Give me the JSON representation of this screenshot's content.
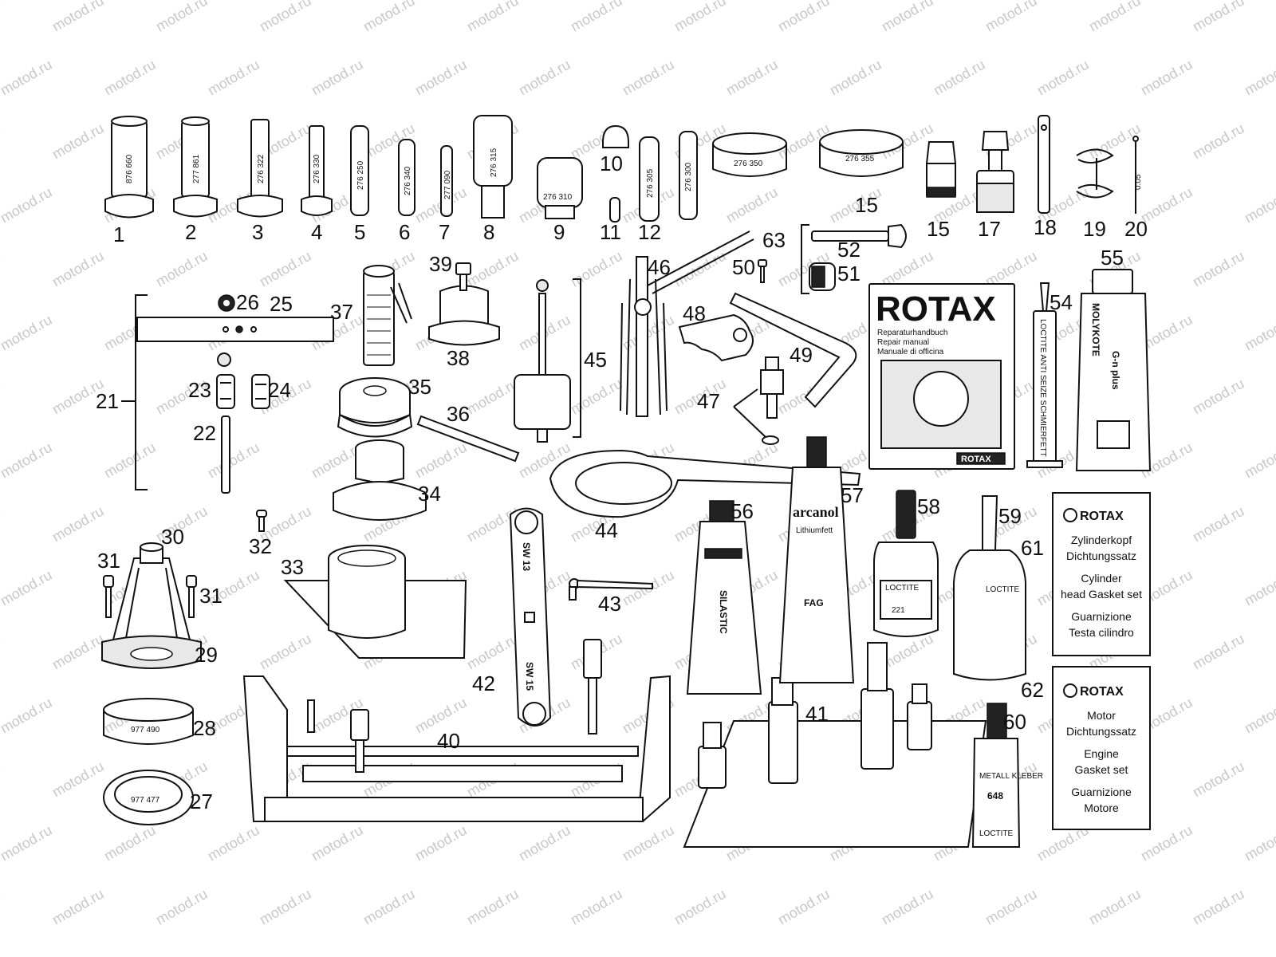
{
  "watermark": "motod.ru",
  "callouts": {
    "n1": "1",
    "n2": "2",
    "n3": "3",
    "n4": "4",
    "n5": "5",
    "n6": "6",
    "n7": "7",
    "n8": "8",
    "n9": "9",
    "n10": "10",
    "n11": "11",
    "n12": "12",
    "n13": "15",
    "n14": "15",
    "n15": "17",
    "n16": "18",
    "n17": "19",
    "n18": "20",
    "n19": "21",
    "n20": "22",
    "n21": "23",
    "n22": "24",
    "n23": "25",
    "n24": "26",
    "n25": "27",
    "n26": "28",
    "n27": "29",
    "n28": "30",
    "n29": "31",
    "n30": "31",
    "n31": "32",
    "n32": "33",
    "n33": "34",
    "n34": "35",
    "n35": "36",
    "n36": "37",
    "n37": "38",
    "n38": "39",
    "n39": "40",
    "n40": "41",
    "n41": "42",
    "n42": "43",
    "n43": "44",
    "n44": "45",
    "n45": "46",
    "n46": "47",
    "n47": "48",
    "n48": "49",
    "n49": "50",
    "n50": "51",
    "n51": "52",
    "n52": "54",
    "n53": "55",
    "n54": "56",
    "n55": "57",
    "n56": "58",
    "n57": "59",
    "n58": "60",
    "n59": "61",
    "n60": "62",
    "n61": "63"
  },
  "part_codes": {
    "p1": "876 660",
    "p2": "277 861",
    "p3": "276 322",
    "p4": "276 330",
    "p5": "276 250",
    "p6": "276 340",
    "p7": "277 090",
    "p8": "276 315",
    "p9": "276 310",
    "p12": "276 305",
    "p10": "276 300",
    "p15a": "276 350",
    "p15b": "276 355",
    "p28": "977 490",
    "p27": "977 477",
    "p20": "0.05",
    "sw13": "SW 13",
    "sw15": "SW 15"
  },
  "manual": {
    "brand": "ROTAX",
    "line1": "Reparaturhandbuch",
    "line2": "Repair manual",
    "line3": "Manuale di officina",
    "footer": "ROTAX"
  },
  "products": {
    "p54": "LOCTITE ANTI SEIZE SCHMIERFETT",
    "p55": "MOLYKOTE",
    "p55b": "G-n plus",
    "p56": "SILASTIC",
    "p57a": "arcanol",
    "p57b": "Lithiumfett",
    "p57c": "FAG",
    "p58a": "LOCTITE",
    "p58b": "221",
    "p59": "LOCTITE",
    "p60a": "METALL KLEBER",
    "p60b": "648",
    "p60c": "LOCTITE"
  },
  "card61": {
    "brand": "ROTAX",
    "de": "Zylinderkopf Dichtungssatz",
    "en": "Cylinder head Gasket set",
    "it": "Guarnizione Testa cilindro"
  },
  "card62": {
    "brand": "ROTAX",
    "de": "Motor Dichtungssatz",
    "en": "Engine Gasket set",
    "it": "Guarnizione Motore"
  }
}
